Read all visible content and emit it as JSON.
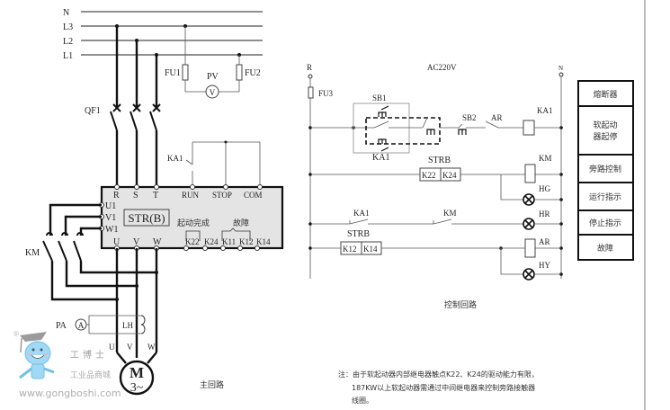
{
  "main_circuit": {
    "bus_labels": [
      "N",
      "L3",
      "L2",
      "L1"
    ],
    "breaker": "QF1",
    "fuses": [
      "FU1",
      "FU2"
    ],
    "voltmeter_label": "PV",
    "voltmeter_symbol": "V",
    "aux_relay_contact": "KA1",
    "bypass_contactor": "KM",
    "ammeter_label": "PA",
    "ammeter_symbol": "A",
    "current_transformer": "LH",
    "motor_terminals": [
      "U",
      "V",
      "W"
    ],
    "motor_symbol_top": "M",
    "motor_symbol_bottom": "3~",
    "caption": "主回路"
  },
  "soft_starter": {
    "model": "STR(B)",
    "input_terminals": [
      "R",
      "S",
      "T"
    ],
    "control_terminals": [
      "RUN",
      "STOP",
      "COM"
    ],
    "bypass_terminals": [
      "U1",
      "V1",
      "W1"
    ],
    "output_terminals": [
      "U",
      "V",
      "W"
    ],
    "start_complete_label": "起动完成",
    "fault_label": "故障",
    "relay_terminals": [
      "K22",
      "K24",
      "K11",
      "K12",
      "K14"
    ]
  },
  "control_circuit": {
    "supply_label": "AC220V",
    "phase": "R",
    "neutral": "N",
    "fuse": "FU3",
    "start_button": "SB1",
    "stop_button": "SB2",
    "fault_relay_contact": "AR",
    "relay_coil": "KA1",
    "latch_contact": "KA1",
    "strb_label_1": "STRB",
    "strb_contacts_1": [
      "K22",
      "K24"
    ],
    "bypass_coil": "KM",
    "run_lamp": "HG",
    "ka1_contact": "KA1",
    "km_contact": "KM",
    "stop_lamp": "HR",
    "strb_label_2": "STRB",
    "strb_contacts_2": [
      "K12",
      "K14"
    ],
    "fault_coil": "AR",
    "fault_lamp": "HY",
    "caption": "控制回路"
  },
  "function_table": [
    "熔断器",
    "软起动器起停",
    "旁路控制",
    "运行指示",
    "停止指示",
    "故障"
  ],
  "function_table_multiline": {
    "line1": "软起动",
    "line2": "器起停"
  },
  "note": {
    "line1": "注：由于软起动器内部继电器触点K22、K24的驱动能力有限，",
    "line2": "187KW以上软起动器需通过中间继电器来控制旁路接触器",
    "line3": "线圈。"
  },
  "watermark": {
    "brand_cn": "工博士",
    "tagline": "工业品商城",
    "url": "www.gongboshi.com",
    "registered": "®"
  }
}
